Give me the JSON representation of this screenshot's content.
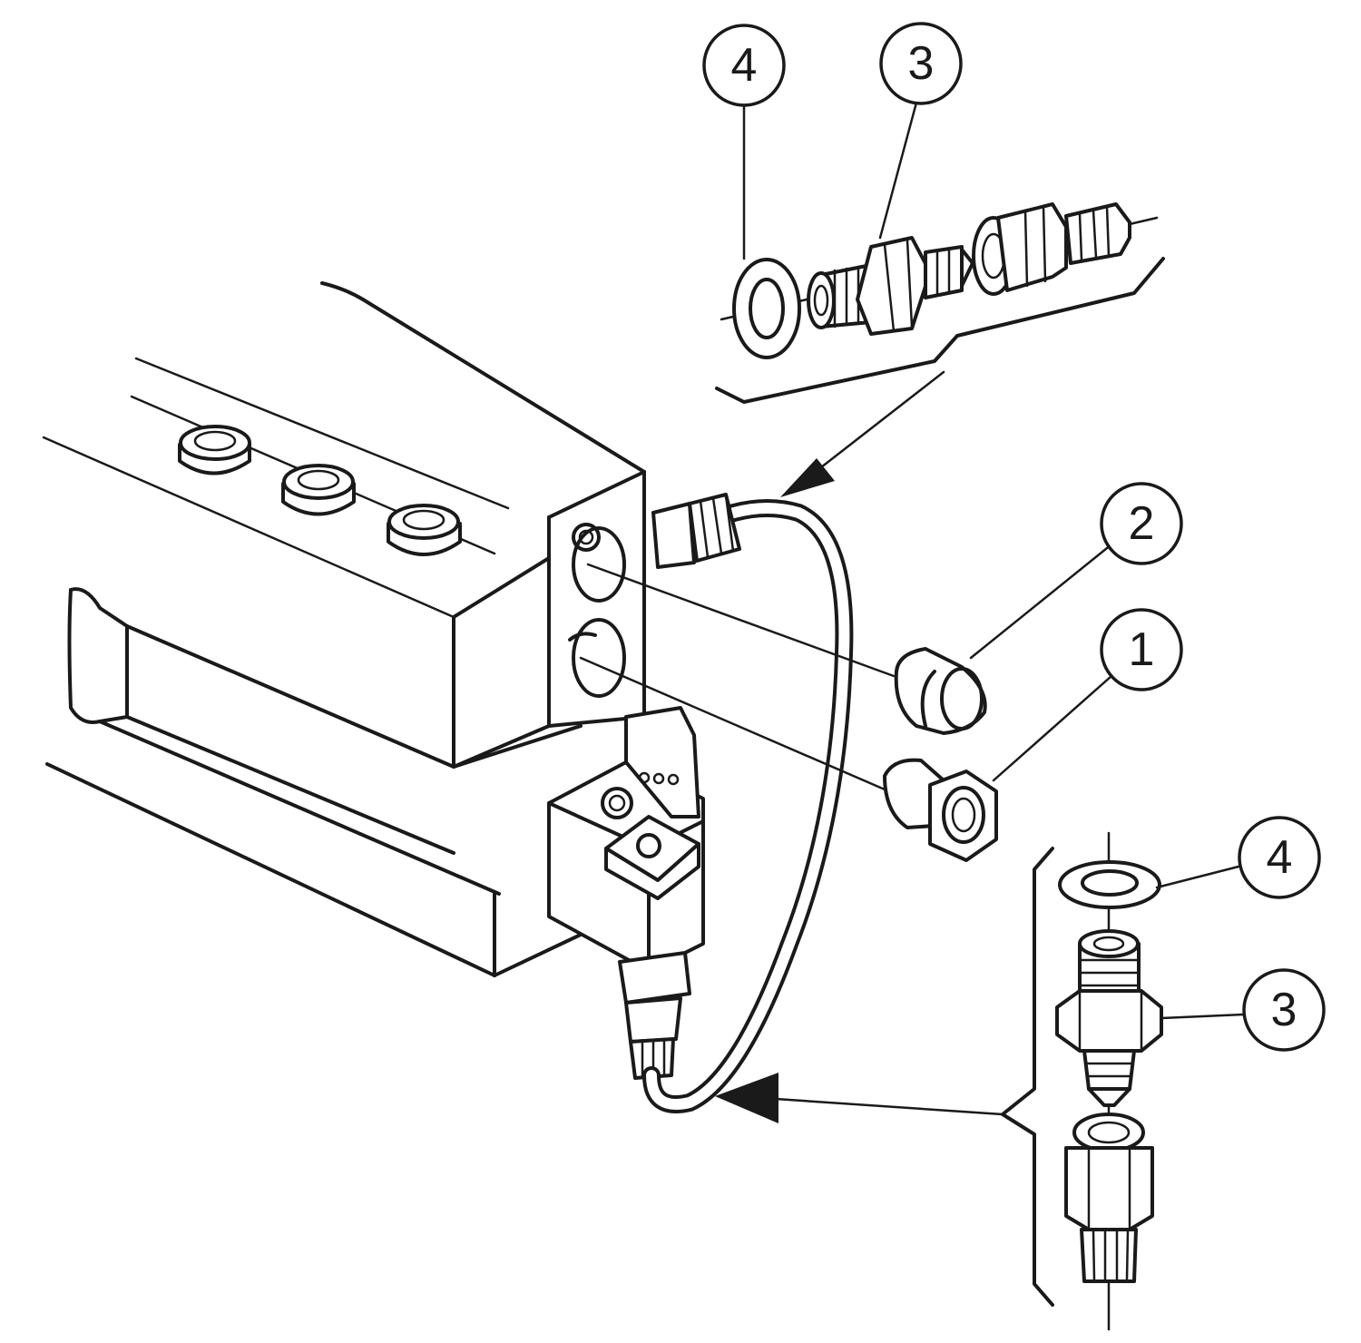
{
  "callouts": [
    {
      "id": "c4-top",
      "label": "4"
    },
    {
      "id": "c3-top",
      "label": "3"
    },
    {
      "id": "c2",
      "label": "2"
    },
    {
      "id": "c1",
      "label": "1"
    },
    {
      "id": "c4-right",
      "label": "4"
    },
    {
      "id": "c3-right",
      "label": "3"
    }
  ]
}
